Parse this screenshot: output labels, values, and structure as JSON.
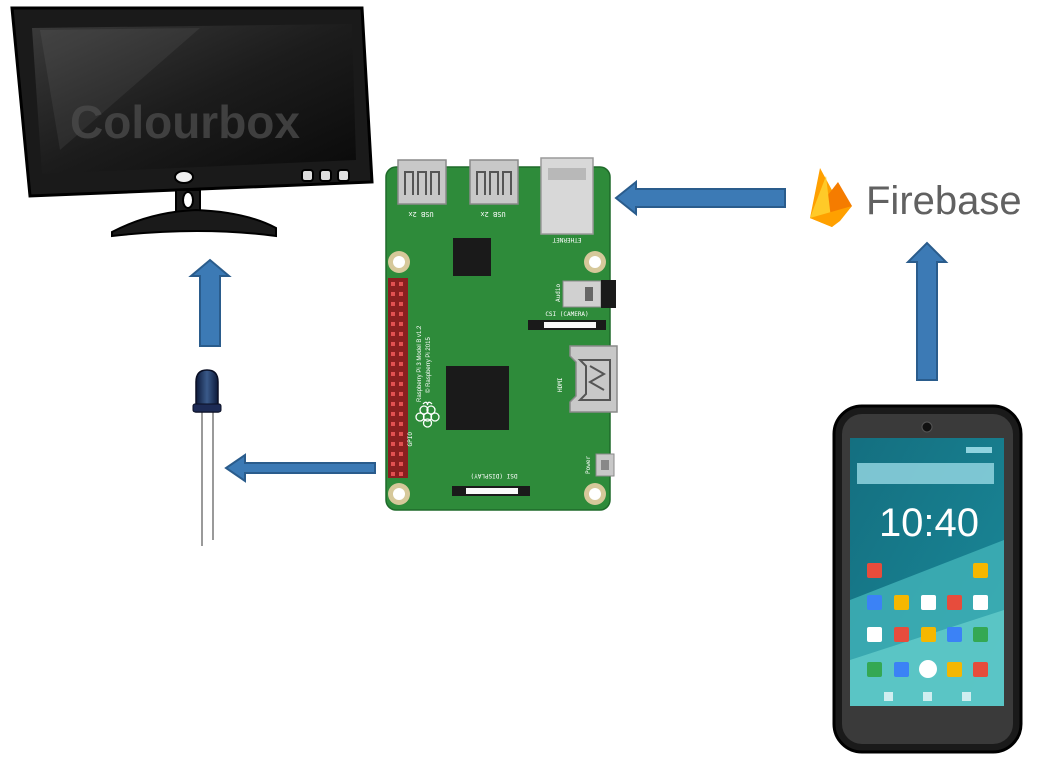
{
  "monitor": {
    "watermark": "Colourbox"
  },
  "raspberry_pi": {
    "usb_left": "USB 2x",
    "usb_right": "USB 2x",
    "ethernet": "ETHERNET",
    "audio": "Audio",
    "camera": "CSI (CAMERA)",
    "hdmi": "HDMI",
    "display": "DSI (DISPLAY)",
    "power": "Power",
    "gpio": "GPIO",
    "model_line1": "Raspberry Pi 3 Model B v1.2",
    "model_line2": "© Raspberry Pi 2015"
  },
  "firebase": {
    "label": "Firebase"
  },
  "phone": {
    "time": "10:40"
  },
  "colors": {
    "arrow": "#3c7ab5",
    "arrow_outline": "#2a5c8c",
    "board": "#2e8b3a",
    "firebase_text": "#616161",
    "phone_screen": "#1e7b8c"
  }
}
